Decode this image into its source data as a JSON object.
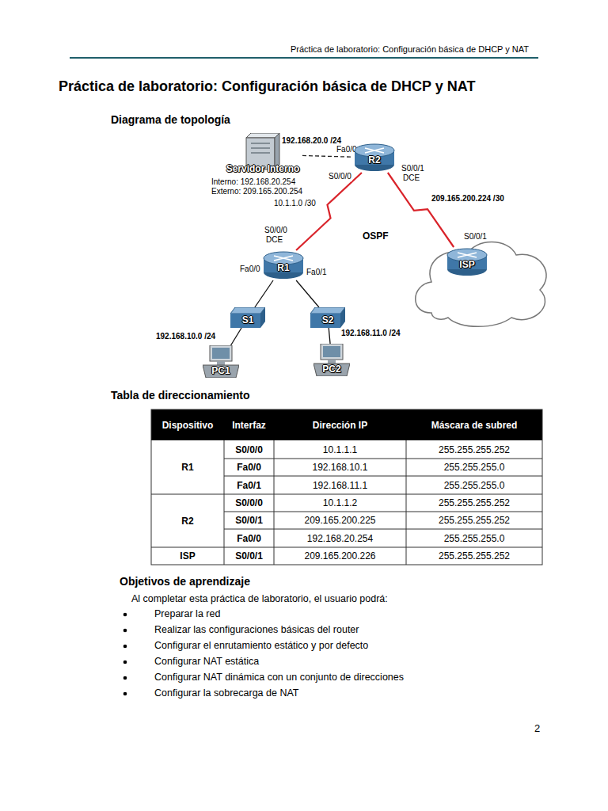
{
  "diagram": {
    "title": "Práctica de laboratorio: Configuración básica de DHCP y NAT",
    "nodes": [
      {
        "text": [
          "Servidor Interno"
        ]
      },
      {
        "text": [
          "R2"
        ]
      },
      {
        "text": [
          "R1"
        ]
      },
      {
        "text": [
          "ISP"
        ]
      },
      {
        "text": [
          "S1"
        ]
      },
      {
        "text": [
          "S2"
        ]
      },
      {
        "text": [
          "PC1"
        ]
      },
      {
        "text": [
          "PC2"
        ]
      }
    ],
    "edges": [
      {
        "from": 0,
        "to": 1,
        "arrow": "none"
      },
      {
        "from": 1,
        "to": 2,
        "arrow": "none"
      },
      {
        "from": 1,
        "to": 3,
        "arrow": "none"
      },
      {
        "from": 2,
        "to": 4,
        "arrow": "none"
      },
      {
        "from": 2,
        "to": 5,
        "arrow": "none"
      },
      {
        "from": 4,
        "to": 6,
        "arrow": "none"
      },
      {
        "from": 5,
        "to": 7,
        "arrow": "none"
      }
    ],
    "labels": [
      "Práctica de laboratorio: Configuración básica de DHCP y NAT",
      "Diagrama de topología",
      "192.168.20.0 /24",
      "Fa0/0",
      "S0/0/0",
      "S0/0/1",
      "DCE",
      "Interno: 192.168.20.254",
      "Externo: 209.165.200.254",
      "10.1.1.0 /30",
      "209.165.200.224 /30",
      "S0/0/0",
      "DCE",
      "OSPF",
      "S0/0/1",
      "Fa0/0",
      "Fa0/1",
      "192.168.10.0 /24",
      "192.168.11.0 /24",
      "Tabla de direccionamiento",
      "Dispositivo",
      "Interfaz",
      "Dirección IP",
      "Máscara de subred",
      "R1",
      "S0/0/0",
      "10.1.1.1",
      "255.255.255.252",
      "Fa0/0",
      "192.168.10.1",
      "255.255.255.0",
      "Fa0/1",
      "192.168.11.1",
      "255.255.255.0",
      "R2",
      "S0/0/0",
      "10.1.1.2",
      "255.255.255.252",
      "S0/0/1",
      "209.165.200.225",
      "255.255.255.252",
      "Fa0/0",
      "192.168.20.254",
      "255.255.255.0",
      "ISP",
      "S0/0/1",
      "209.165.200.226",
      "255.255.255.252",
      "Objetivos de aprendizaje",
      "Al completar esta práctica de laboratorio, el usuario podrá:",
      "Preparar la red",
      "Realizar las configuraciones básicas del router",
      "Configurar el enrutamiento estático y por defecto",
      "Configurar NAT estática",
      "Configurar NAT dinámica con un conjunto de direcciones",
      "Configurar la sobrecarga de NAT",
      "2"
    ]
  }
}
